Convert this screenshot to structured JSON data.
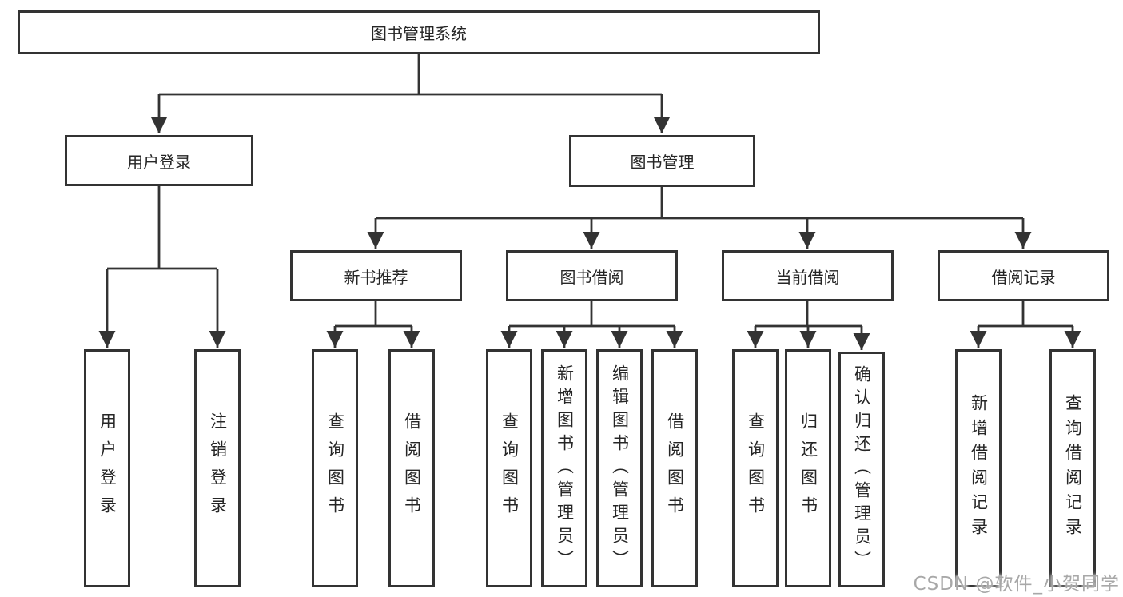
{
  "tree": {
    "root": {
      "label": "图书管理系统"
    },
    "children": [
      {
        "label": "用户登录",
        "leaves": [
          {
            "label": "用户登录"
          },
          {
            "label": "注销登录"
          }
        ]
      },
      {
        "label": "图书管理",
        "groups": [
          {
            "label": "新书推荐",
            "leaves": [
              {
                "label": "查询图书"
              },
              {
                "label": "借阅图书"
              }
            ]
          },
          {
            "label": "图书借阅",
            "leaves": [
              {
                "label": "查询图书"
              },
              {
                "label": "新增图书（管理员）"
              },
              {
                "label": "编辑图书（管理员）"
              },
              {
                "label": "借阅图书"
              }
            ]
          },
          {
            "label": "当前借阅",
            "leaves": [
              {
                "label": "查询图书"
              },
              {
                "label": "归还图书"
              },
              {
                "label": "确认归还（管理员）"
              }
            ]
          },
          {
            "label": "借阅记录",
            "leaves": [
              {
                "label": "新增借阅记录"
              },
              {
                "label": "查询借阅记录"
              }
            ]
          }
        ]
      }
    ]
  },
  "watermark": {
    "text": "CSDN @软件_小贺同学"
  },
  "colors": {
    "line": "#333333",
    "box_border": "#333333",
    "box_background": "#ffffff",
    "text": "#262626",
    "watermark": "#a8a8a8"
  }
}
